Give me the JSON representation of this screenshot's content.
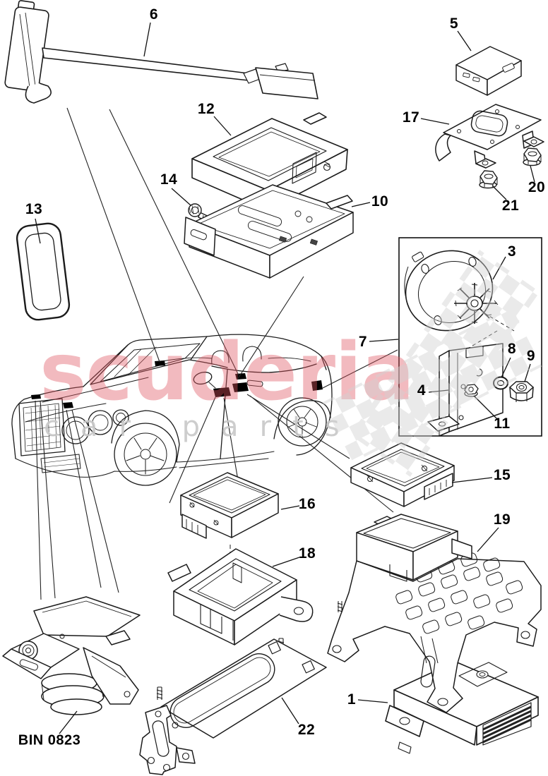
{
  "diagram": {
    "bin_code": "BIN 0823",
    "watermark": {
      "main": "scuderia",
      "sub": "car parts",
      "main_color": "#e05560",
      "sub_color": "#c8c8c8",
      "checker_color": "#d2d2d2"
    },
    "callouts": {
      "c1": "1",
      "c3": "3",
      "c4": "4",
      "c5": "5",
      "c6": "6",
      "c7": "7",
      "c8": "8",
      "c9": "9",
      "c10": "10",
      "c11": "11",
      "c12": "12",
      "c13": "13",
      "c14": "14",
      "c15": "15",
      "c16": "16",
      "c17": "17",
      "c18": "18",
      "c19": "19",
      "c20": "20",
      "c21": "21",
      "c22": "22"
    }
  }
}
